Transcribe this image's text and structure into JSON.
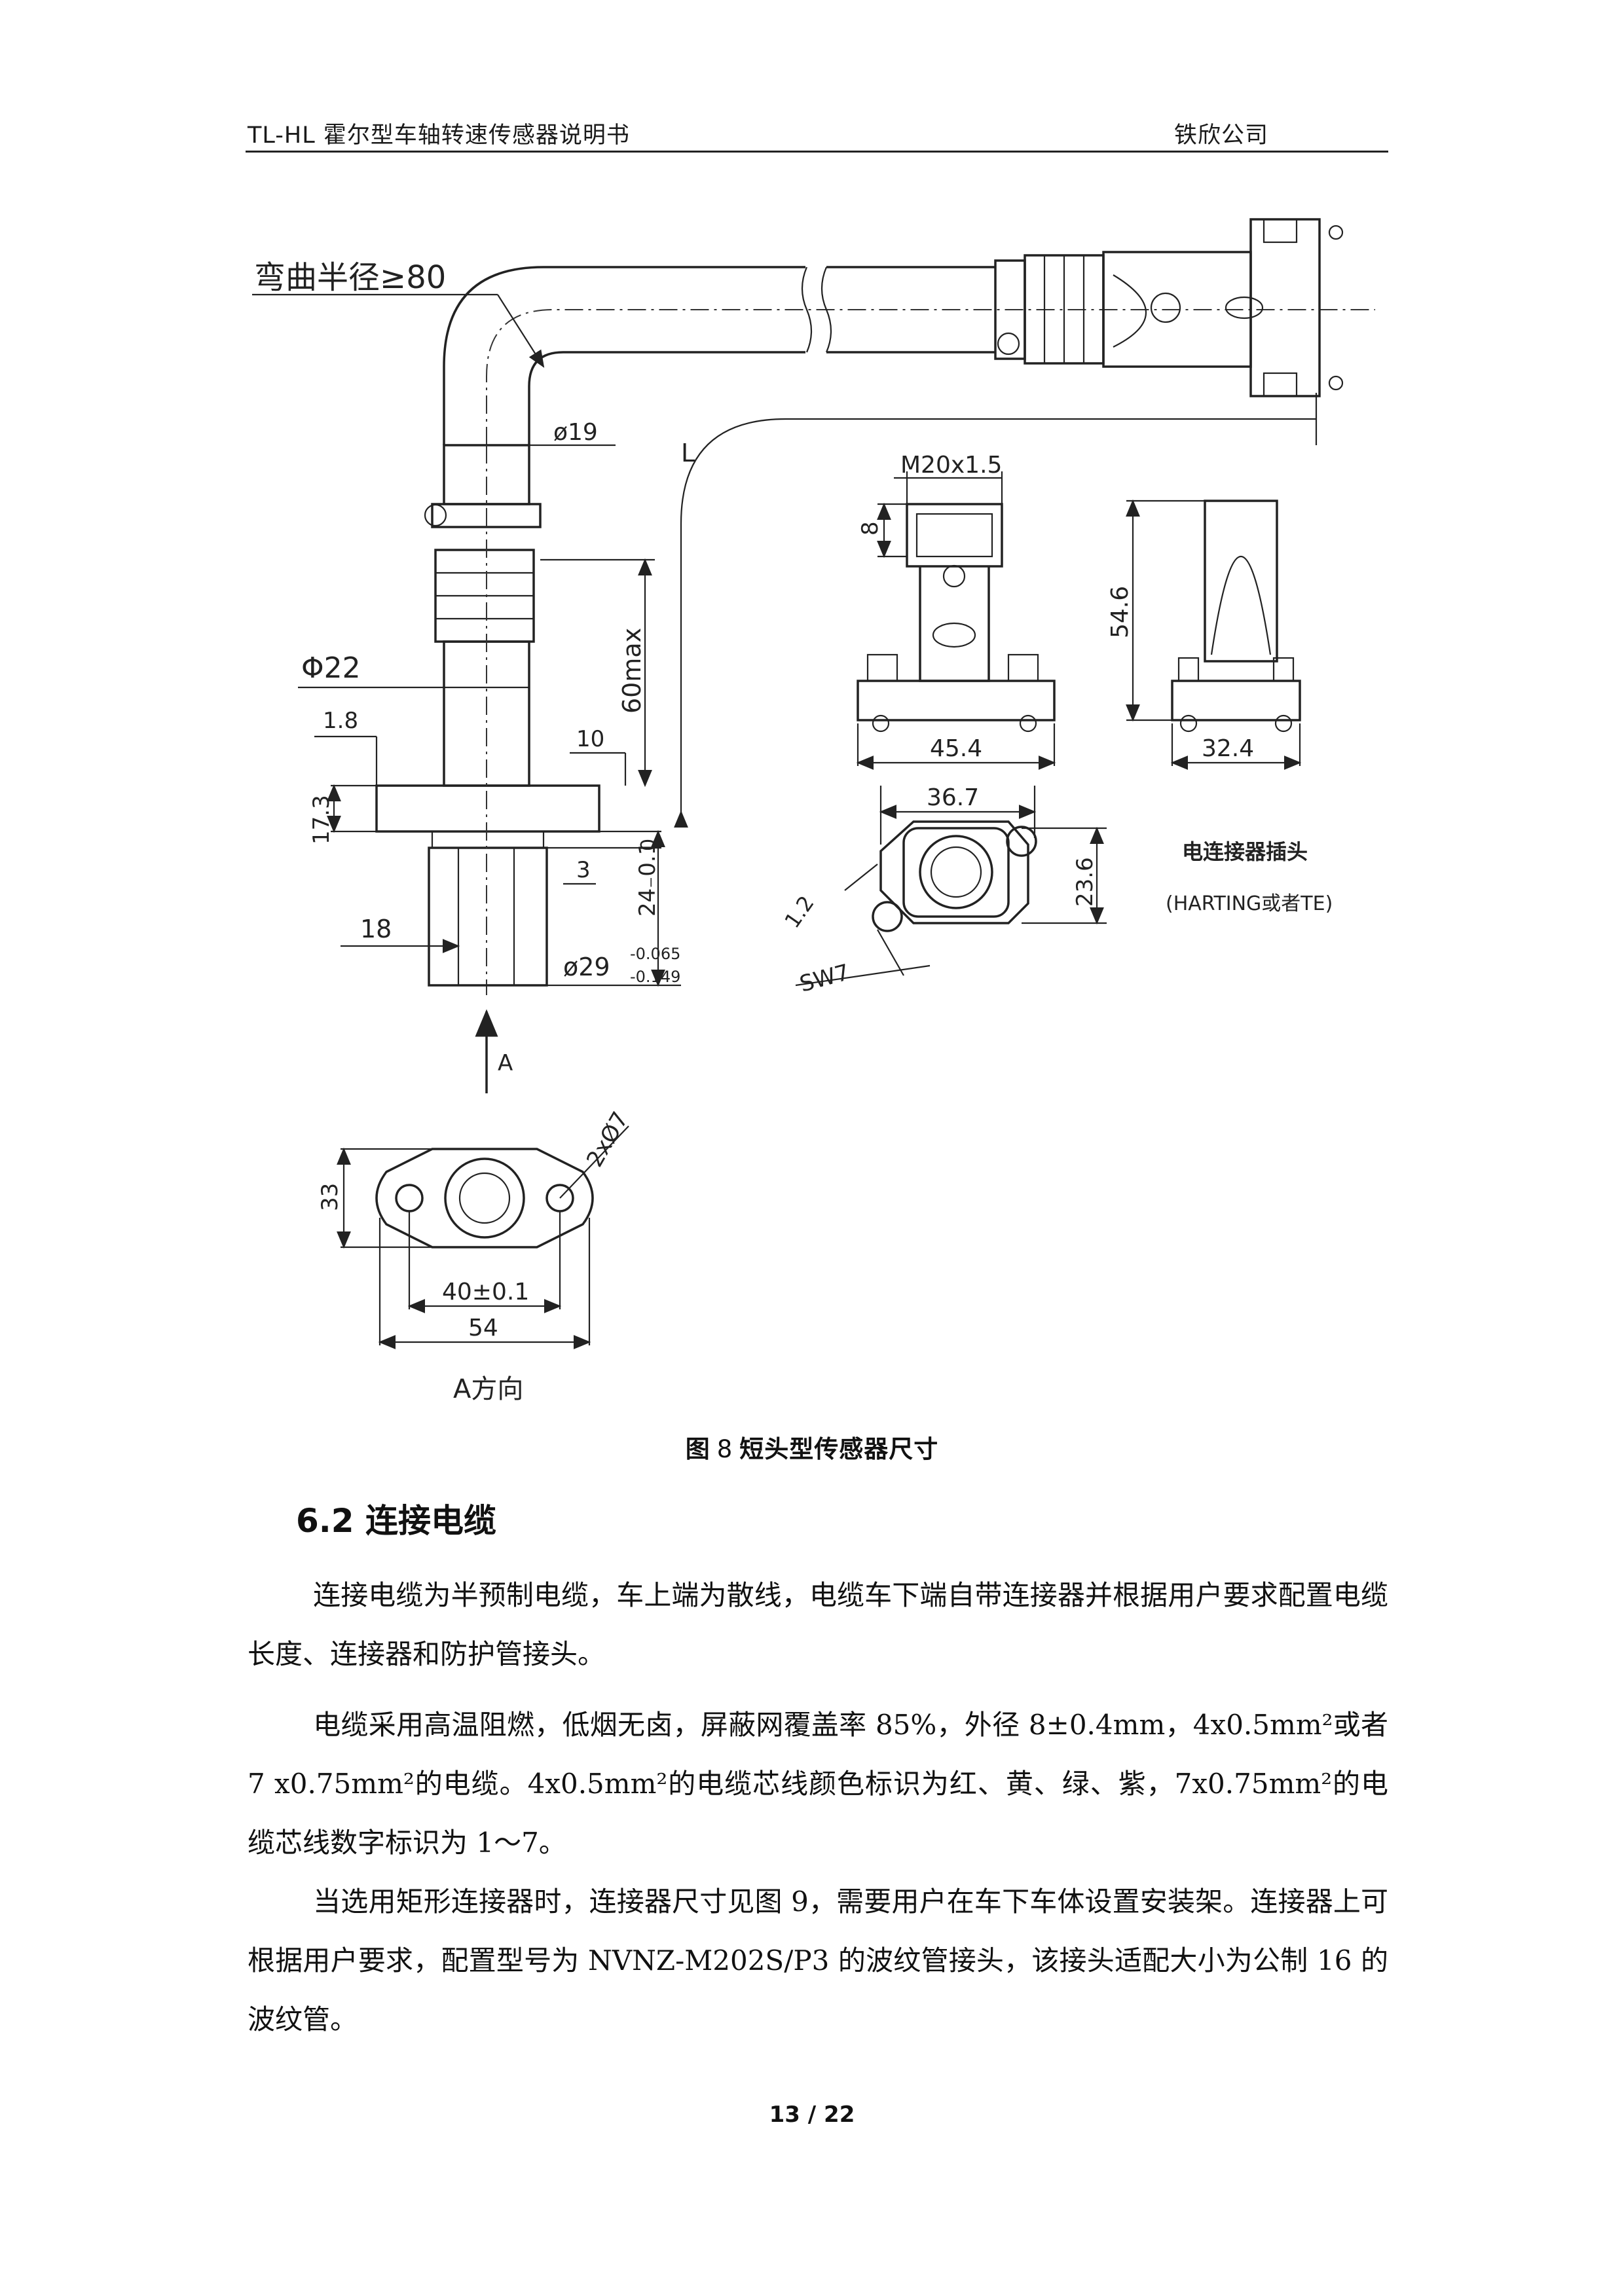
{
  "header": {
    "left": "TL-HL 霍尔型车轴转速传感器说明书",
    "right": "铁欣公司"
  },
  "drawing": {
    "labels": {
      "bend_radius": "弯曲半径≥80",
      "dia19": "ø19",
      "L": "L",
      "m20": "M20x1.5",
      "dim8": "8",
      "dim54_6": "54.6",
      "phi22": "Φ22",
      "dim60max": "60max",
      "dim1_8": "1.8",
      "dim10": "10",
      "dim17_3": "17.3",
      "dim3": "3",
      "dim0": "0",
      "dim24": "24₋0.1",
      "dim45_4": "45.4",
      "dim32_4": "32.4",
      "dim36_7": "36.7",
      "dim23_6": "23.6",
      "dim1_2": "1.2",
      "sw7": "SW7",
      "dim18": "18",
      "dia29": "ø29",
      "tol_upper": "-0.065",
      "tol_lower": "-0.149",
      "arrowA": "A",
      "dim2x7": "2xØ7",
      "dim33": "33",
      "dim40": "40±0.1",
      "dim54": "54",
      "viewA": "A方向",
      "connector_title": "电连接器插头",
      "connector_sub": "(HARTING或者TE)"
    }
  },
  "figure_caption": {
    "prefix": "图",
    "number": "8",
    "title": "短头型传感器尺寸"
  },
  "section": {
    "heading": "6.2 连接电缆",
    "paragraphs": [
      "连接电缆为半预制电缆，车上端为散线，电缆车下端自带连接器并根据用户要求配置电缆长度、连接器和防护管接头。",
      "电缆采用高温阻燃，低烟无卤，屏蔽网覆盖率 85%，外径 8±0.4mm，4x0.5mm²或者 7 x0.75mm²的电缆。4x0.5mm²的电缆芯线颜色标识为红、黄、绿、紫，7x0.75mm²的电缆芯线数字标识为 1～7。",
      "当选用矩形连接器时，连接器尺寸见图 9，需要用户在车下车体设置安装架。连接器上可根据用户要求，配置型号为 NVNZ-M202S/P3 的波纹管接头，该接头适配大小为公制 16 的波纹管。"
    ]
  },
  "footer": {
    "page": "13 / 22"
  }
}
